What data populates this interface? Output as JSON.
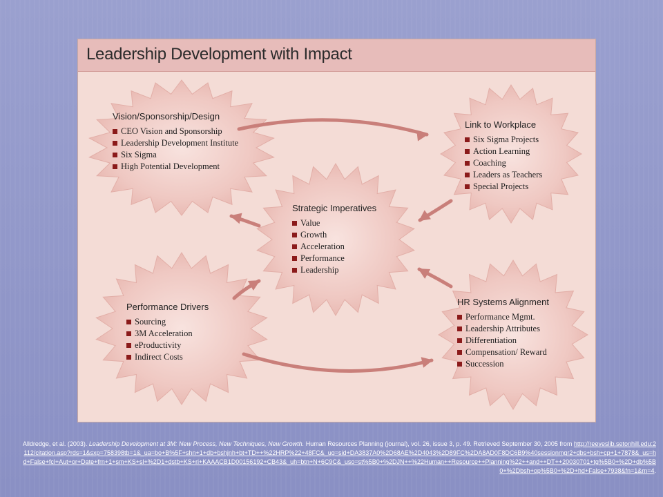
{
  "slide": {
    "title": "Leadership Development with Impact"
  },
  "boxes": {
    "vision": {
      "heading": "Vision/Sponsorship/Design",
      "items": [
        "CEO Vision and Sponsorship",
        "Leadership Development Institute",
        "Six Sigma",
        "High Potential Development"
      ]
    },
    "workplace": {
      "heading": "Link to Workplace",
      "items": [
        "Six Sigma Projects",
        "Action Learning",
        "Coaching",
        "Leaders as Teachers",
        "Special Projects"
      ]
    },
    "strategic": {
      "heading": "Strategic Imperatives",
      "items": [
        "Value",
        "Growth",
        "Acceleration",
        "Performance",
        "Leadership"
      ]
    },
    "drivers": {
      "heading": "Performance Drivers",
      "items": [
        "Sourcing",
        "3M Acceleration",
        "eProductivity",
        "Indirect Costs"
      ]
    },
    "hr": {
      "heading": "HR Systems Alignment",
      "items": [
        "Performance Mgmt.",
        "Leadership Attributes",
        "Differentiation",
        "Compensation/ Reward",
        "Succession"
      ]
    }
  },
  "citation": {
    "prefix": "Alldredge, et al. (2003). ",
    "work_title": "Leadership Development at 3M: New Process, New Techniques, New Growth.",
    "suffix": " Human Resources Planning (journal), vol. 26, issue 3, p. 49. Retrieved September 30, 2005 from ",
    "url": "http://reeveslib.setonhill.edu:2112/citation.asp?rds=1&sxp=758398tb=1&_ua=bo+B%5F+shn+1+db+bshjnh+bt+TD++%22HRP%22+48FC&_ug=sid+DA3837A0%2D68AE%2D4043%2D89FC%2DA8AD0F8DC6B9%40sessionmgr2+dbs+bsh+cp+1+7878&_us=hd+False+fcl+Aut+or+Date+frn+1+sm+KS+sl+%2D1+dstb+KS+ri+KAAACB1D00156192+CB43&_uh=btn+N+6C9C&_uso=st%5B0+%2DJN++%22Human++Resource++Planning%22++and++DT++20030701+tg%5B0+%2D+db%5B0+%2Dbsh+op%5B0+%2D+hd+False+7938&fn=1&rn=4",
    "end": "."
  },
  "colors": {
    "background": "#8d93c6",
    "slide_fill": "#f4dcd6",
    "title_bar": "#e7bcba",
    "burst_fill": "#f0cdc8",
    "arrow": "#c97f7a",
    "bullet": "#8b1a1a"
  }
}
